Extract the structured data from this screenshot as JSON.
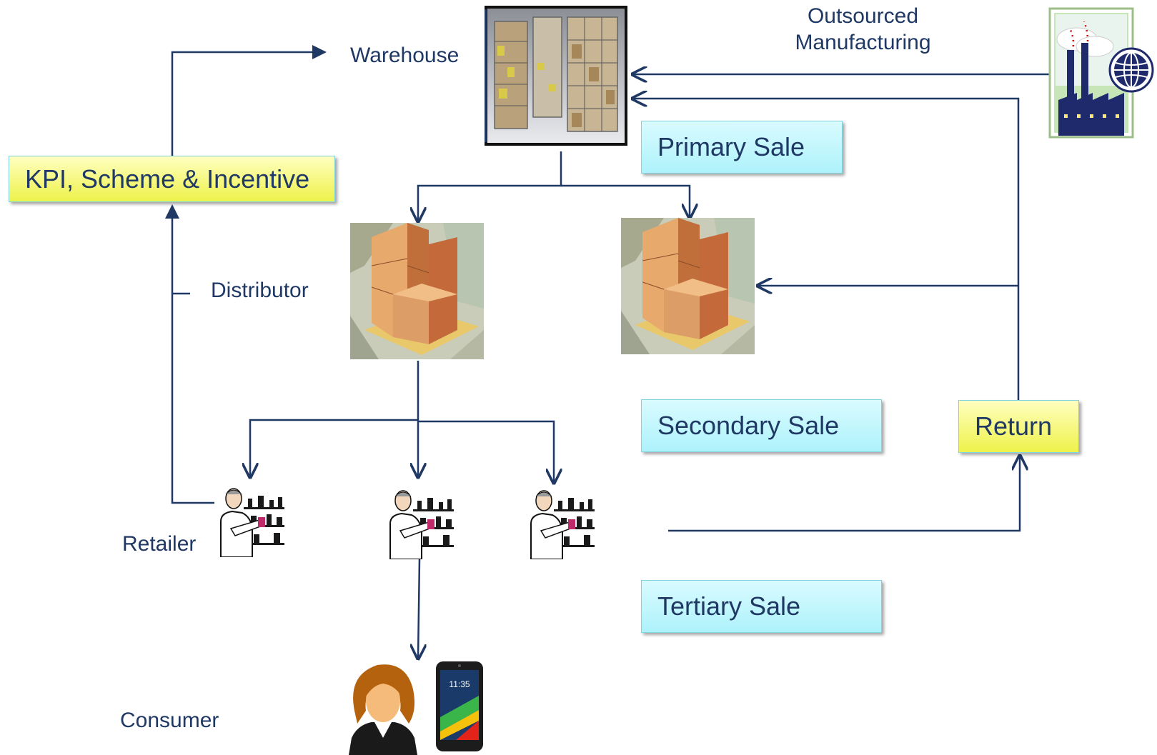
{
  "labels": {
    "warehouse": "Warehouse",
    "outsourced": "Outsourced",
    "manufacturing": "Manufacturing",
    "distributor": "Distributor",
    "retailer": "Retailer",
    "consumer": "Consumer"
  },
  "boxes": {
    "kpi": "KPI, Scheme & Incentive",
    "primary_sale": "Primary Sale",
    "secondary_sale": "Secondary Sale",
    "tertiary_sale": "Tertiary Sale",
    "return": "Return"
  },
  "phone": {
    "clock": "11:35"
  },
  "colors": {
    "text": "#1f3864",
    "connector": "#1f3864",
    "box_cyan": "#b7f4fb",
    "box_yellow": "#f3f56a"
  },
  "icons": [
    "warehouse-photo",
    "factory-globe-icon",
    "pallet-boxes-icon",
    "pharmacist-retailer-icon",
    "consumer-avatar-icon",
    "smartphone-icon"
  ]
}
